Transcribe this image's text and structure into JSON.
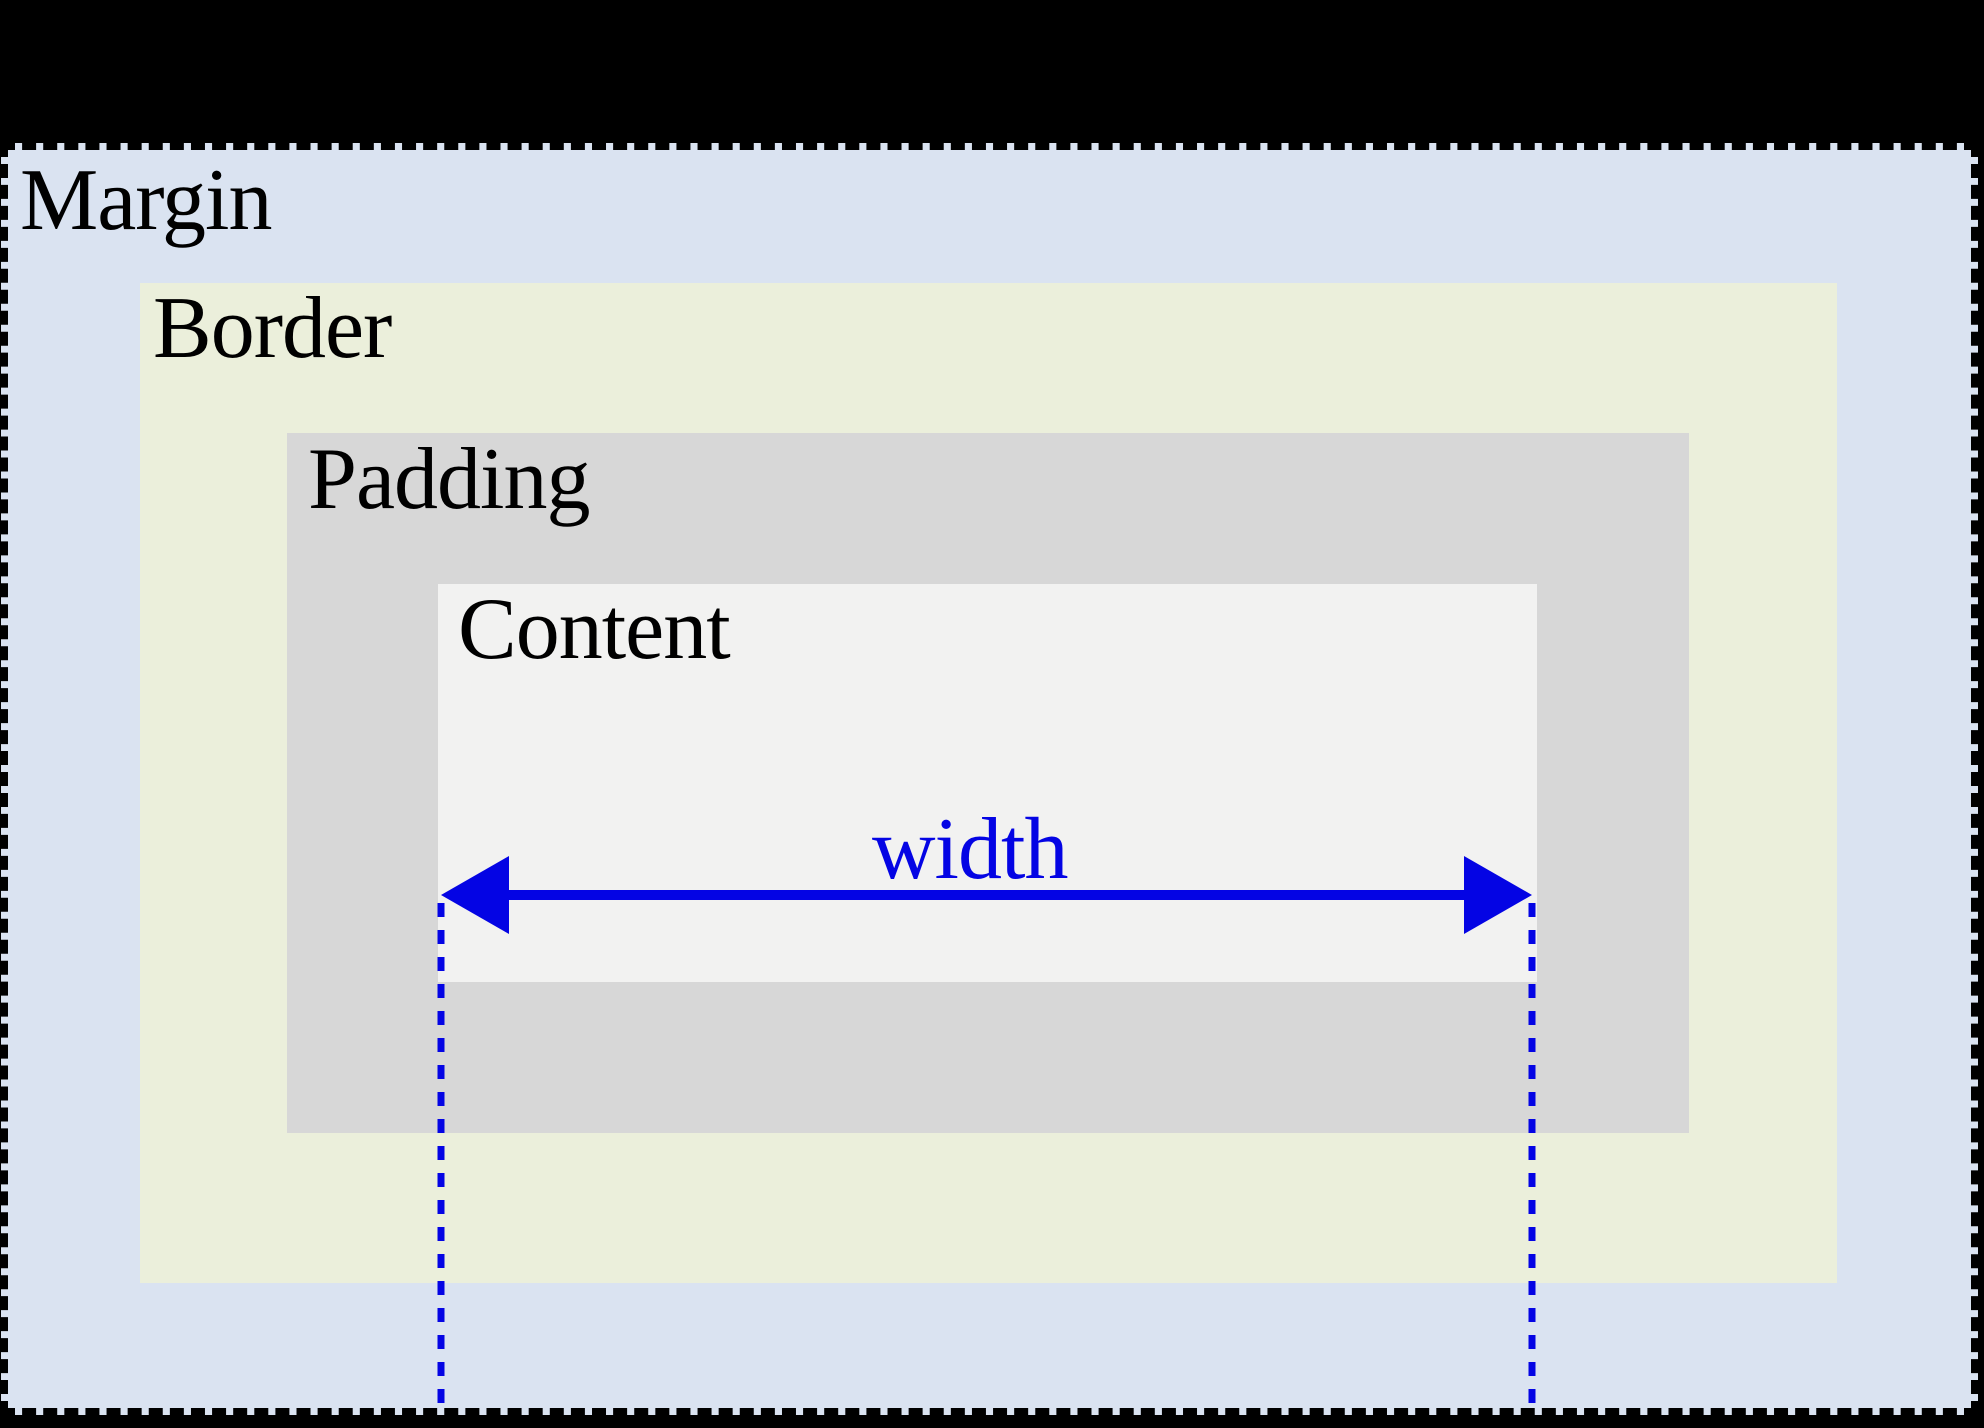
{
  "diagram": {
    "title": "css-box-model",
    "boxes": [
      {
        "id": "margin",
        "label": "Margin",
        "fill": "#dae3f1",
        "border_style": "dashed-black"
      },
      {
        "id": "border",
        "label": "Border",
        "fill": "#ebefdb",
        "border_style": "none"
      },
      {
        "id": "padding",
        "label": "Padding",
        "fill": "#d7d7d7",
        "border_style": "none"
      },
      {
        "id": "content",
        "label": "Content",
        "fill": "#f2f2f1",
        "border_style": "none"
      }
    ],
    "width_annotation": {
      "label": "width",
      "color": "#0404e4",
      "arrow": "double-headed-horizontal",
      "extent_lines": "dashed-vertical"
    },
    "colors": {
      "page_background": "#000000",
      "margin_border": "#000000",
      "label_text": "#000000",
      "annotation_blue": "#0404e4"
    }
  }
}
